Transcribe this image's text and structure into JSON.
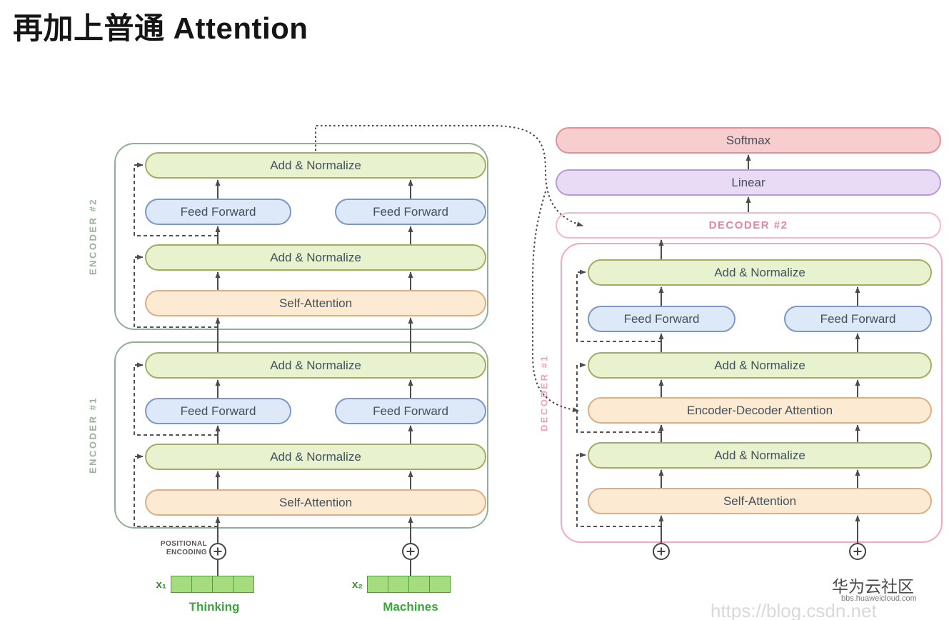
{
  "title": "再加上普通 Attention",
  "pills": {
    "add_normalize": "Add & Normalize",
    "feed_forward": "Feed Forward",
    "self_attention": "Self-Attention",
    "encoder_decoder_attention": "Encoder-Decoder Attention",
    "softmax": "Softmax",
    "linear": "Linear",
    "decoder2": "DECODER #2"
  },
  "stack_labels": {
    "encoder1": "ENCODER #1",
    "encoder2": "ENCODER #2",
    "decoder1": "DECODER #1"
  },
  "inputs": {
    "positional_encoding_line1": "POSITIONAL",
    "positional_encoding_line2": "ENCODING",
    "x1": "x₁",
    "x2": "x₂",
    "token1": "Thinking",
    "token2": "Machines"
  },
  "watermark": {
    "community": "华为云社区",
    "site": "bbs.huaweicloud.com",
    "url": "https://blog.csdn.net"
  },
  "colors": {
    "add_normalize_fill": "#e9f2cf",
    "add_normalize_border": "#9fae62",
    "feed_forward_fill": "#dde9f8",
    "feed_forward_border": "#7e96c6",
    "attention_fill": "#fdead3",
    "attention_border": "#dcae83",
    "softmax_fill": "#f8cdd0",
    "softmax_border": "#e09296",
    "linear_fill": "#e9daf5",
    "linear_border": "#b89bd6",
    "encoder_box_border": "#8fb096",
    "decoder_box_border": "#f2a8bf",
    "decoder2_text": "#e0879f",
    "arrow": "#4d4d4d",
    "embedding_fill": "#a5dd7e",
    "embedding_border": "#4f9e3e",
    "token_text": "#3ca63c"
  }
}
